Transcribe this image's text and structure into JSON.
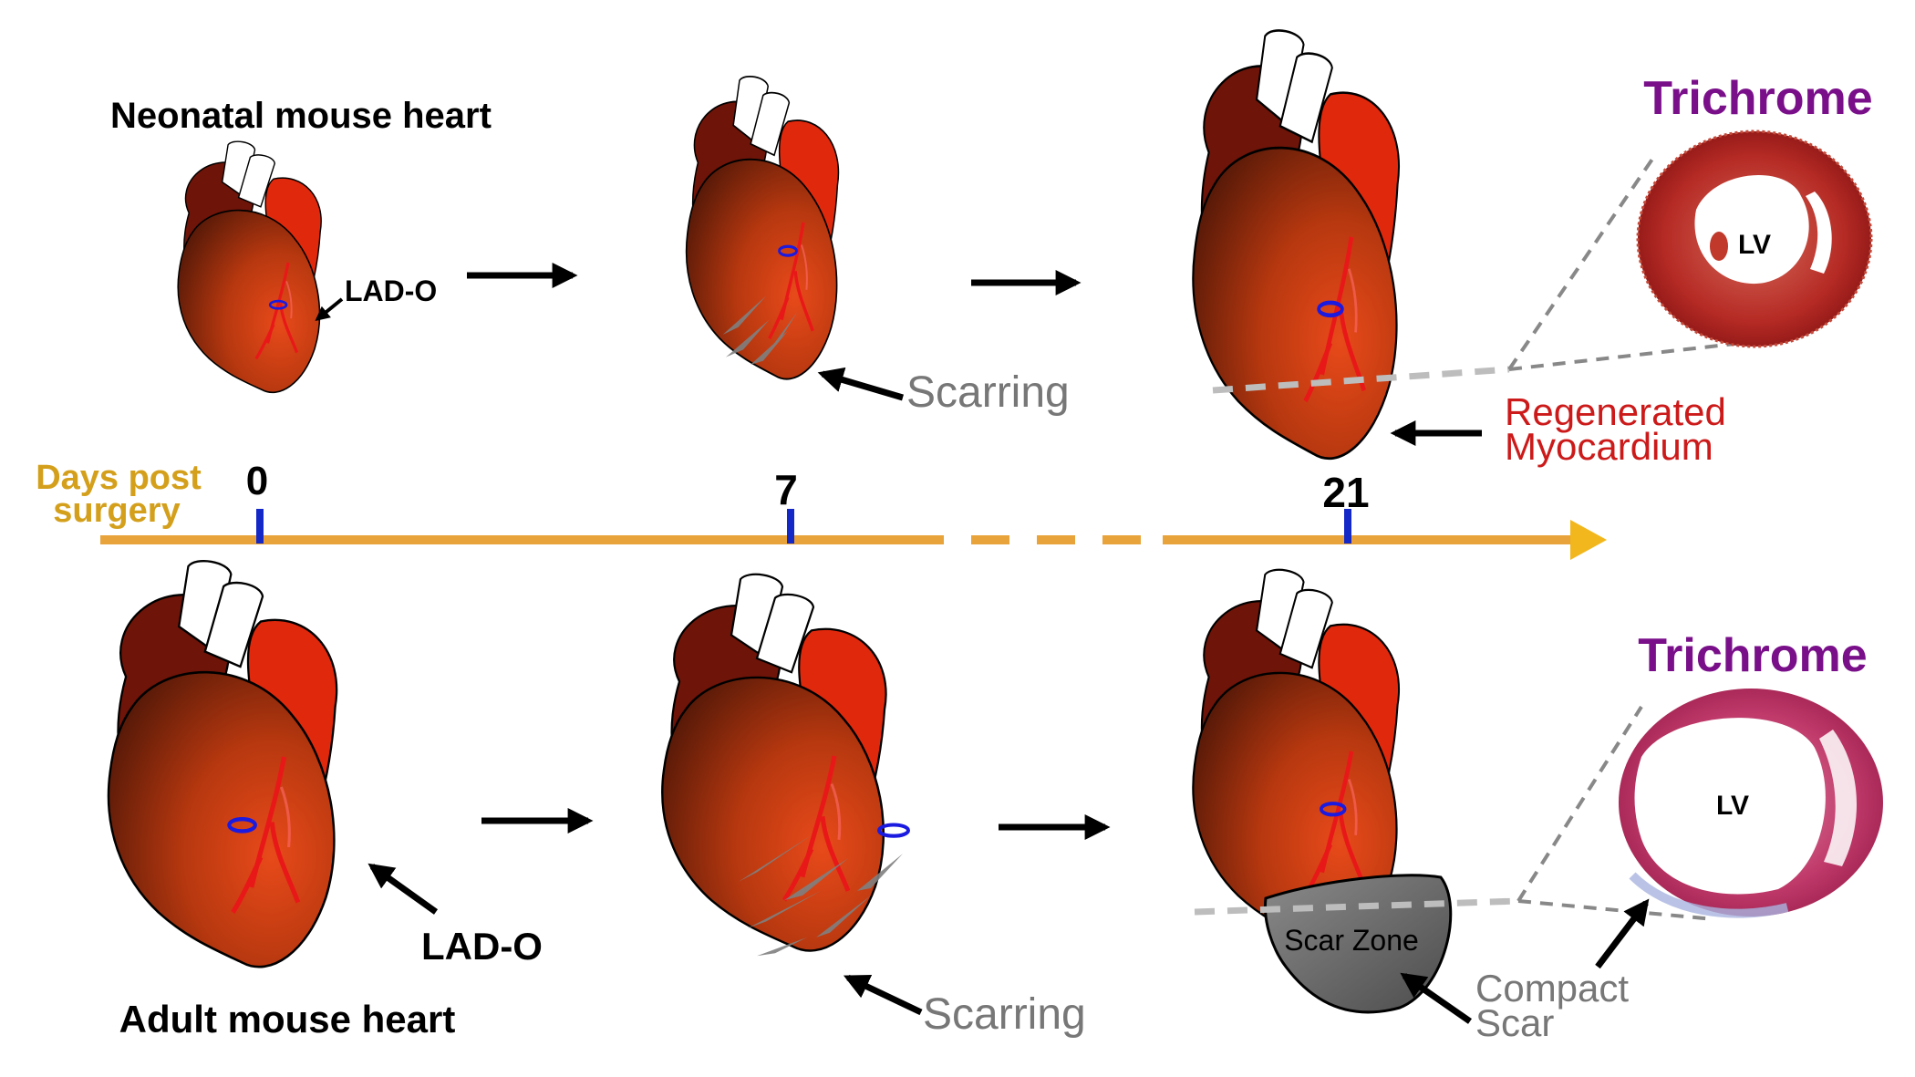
{
  "labels": {
    "neonatal_title": "Neonatal mouse heart",
    "adult_title": "Adult mouse heart",
    "lado_top": "LAD-O",
    "lado_bottom": "LAD-O",
    "scarring_top": "Scarring",
    "scarring_bottom": "Scarring",
    "regenerated_line1": "Regenerated",
    "regenerated_line2": "Myocardium",
    "compact_line1": "Compact",
    "compact_line2": "Scar",
    "scar_zone": "Scar Zone",
    "trichrome_top": "Trichrome",
    "trichrome_bottom": "Trichrome",
    "lv_top": "LV",
    "lv_bottom": "LV"
  },
  "timeline": {
    "axis_label_line1": "Days post",
    "axis_label_line2": "surgery",
    "ticks": [
      "0",
      "7",
      "21"
    ]
  },
  "colors": {
    "timeline": "#e8a33a",
    "axis_label": "#d4a01c",
    "tick_mark": "#1428c8",
    "regenerated_text": "#cc1a1a",
    "scar_text": "#777777",
    "trichrome_text": "#7a0f8a",
    "heart_body_light": "#e04a1c",
    "heart_body_dark": "#4a1608",
    "atrium_left": "#6e1408",
    "atrium_right": "#e0280c",
    "vessel": "#e81818",
    "ligature": "#1a1ae0",
    "scar_zone_fill": "#6a6a6a"
  }
}
